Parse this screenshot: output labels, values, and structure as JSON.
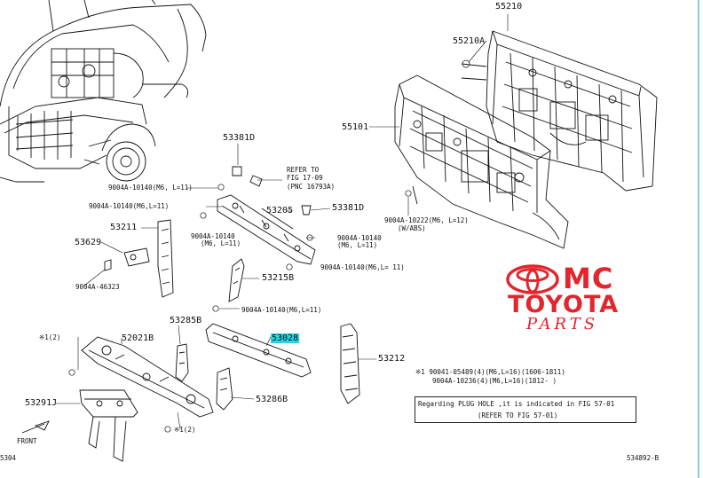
{
  "diagram": {
    "part_labels": {
      "p55210": "55210",
      "p55210A": "55210A",
      "p55101": "55101",
      "p53381D_top": "53381D",
      "p53381D_right": "53381D",
      "p53205": "53205",
      "p53211": "53211",
      "p53629": "53629",
      "p53215B": "53215B",
      "p53285B": "53285B",
      "p52021B": "52021B",
      "p53028": "53028",
      "p53212": "53212",
      "p53286B": "53286B",
      "p53291J": "53291J"
    },
    "fastener_labels": {
      "f1": "9004A-10140(M6, L=11)",
      "f2": "9004A-10140(M6,L=11)",
      "f3_a": "9004A-10140",
      "f3_b": "(M6, L=11)",
      "f4_a": "9004A-10140",
      "f4_b": "(M6, L=11)",
      "f5": "9004A-10140(M6,L= 11)",
      "f6": "9004A-46323",
      "f7": "9004A-10140(M6,L=11)",
      "f8_a": "9004A-10222(M6, L=12)",
      "f8_b": "(W/ABS)"
    },
    "refer_text": [
      "REFER TO",
      "FIG 17-09",
      "(PNC 16793A)"
    ],
    "star_labels": {
      "s1": "※1(2)",
      "s2": "※1(2)"
    },
    "footnote": {
      "line1": "※1  90041-05489(4)(M6,L=16)(1606-1811)",
      "line2": "9004A-10236(4)(M6,L=16)(1812-    )"
    },
    "note_box": {
      "line1": "Regarding PLUG HOLE ,it is indicated in FIG 57-01",
      "line2": "(REFER TO FIG 57-01)"
    },
    "front_label": "FRONT",
    "bottom_left_code": "5304",
    "bottom_right_code": "534892-B"
  },
  "watermark": {
    "mc": "MC",
    "brand": "TOYOTA",
    "sub": "PARTS",
    "color": "#e2262d"
  }
}
